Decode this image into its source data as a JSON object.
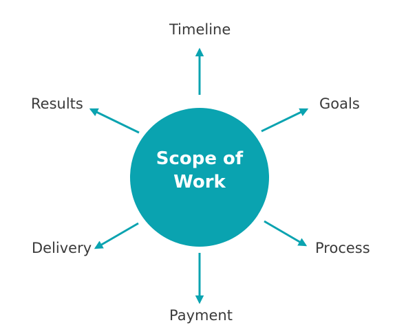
{
  "colors": {
    "accent": "#0aa3b0",
    "text": "#3a3a3a",
    "center_text": "#ffffff",
    "background": "#ffffff"
  },
  "center": {
    "line1": "Scope of",
    "line2": "Work"
  },
  "nodes": {
    "timeline": "Timeline",
    "goals": "Goals",
    "process": "Process",
    "payment": "Payment",
    "delivery": "Delivery",
    "results": "Results"
  }
}
